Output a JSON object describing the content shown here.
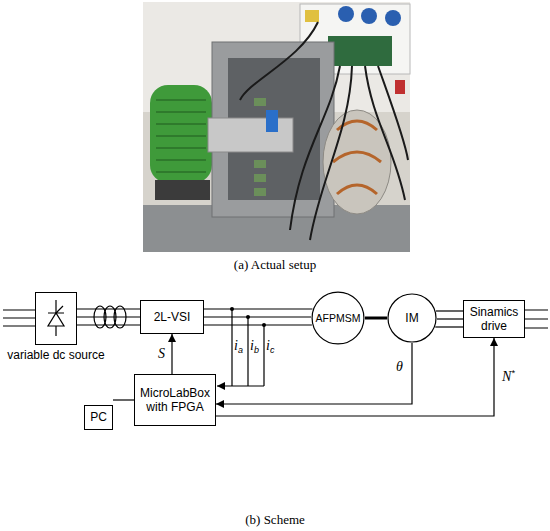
{
  "diagram": {
    "nodes": [
      {
        "text": [
          "variable dc source"
        ]
      },
      {
        "text": [
          "2L-VSI"
        ]
      },
      {
        "text": [
          "AFPMSM"
        ]
      },
      {
        "text": [
          "IM"
        ]
      },
      {
        "text": [
          "Sinamics drive"
        ]
      },
      {
        "text": [
          "MicroLabBox with FPGA"
        ]
      },
      {
        "text": [
          "PC"
        ]
      }
    ],
    "edges": [
      {
        "from": 0,
        "to": 1,
        "arrow": "none"
      },
      {
        "from": 1,
        "to": 2,
        "arrow": "none"
      },
      {
        "from": 2,
        "to": 3,
        "arrow": "none"
      },
      {
        "from": 3,
        "to": 4,
        "arrow": "none"
      },
      {
        "from": 5,
        "to": 1,
        "label": "S",
        "arrow": "to"
      },
      {
        "from": 3,
        "to": 5,
        "label": "θ",
        "arrow": "to"
      },
      {
        "from": 5,
        "to": 4,
        "label": "N*",
        "arrow": "to"
      },
      {
        "from": 6,
        "to": 5,
        "arrow": "none"
      }
    ],
    "labels": [
      "(a) Actual setup",
      "(b) Scheme",
      "ia",
      "ib",
      "ic"
    ]
  }
}
